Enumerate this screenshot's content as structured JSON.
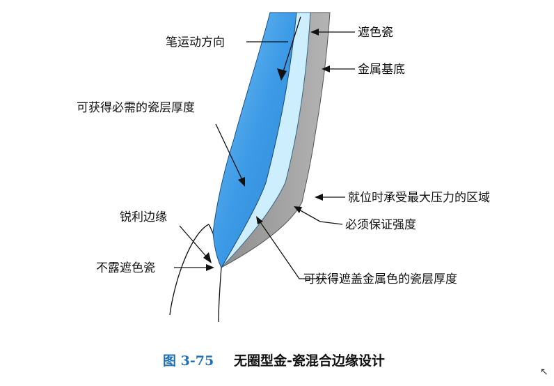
{
  "labels": {
    "pen_direction": "笔运动方向",
    "opaque_porcelain": "遮色瓷",
    "metal_base": "金属基底",
    "required_thickness": "可获得必需的瓷层厚度",
    "sharp_edge": "锐利边缘",
    "no_exposed_opaque": "不露遮色瓷",
    "max_pressure_area": "就位时承受最大压力的区域",
    "ensure_strength": "必须保证强度",
    "cover_metal_thickness": "可获得遮盖金属色的瓷层厚度"
  },
  "caption": {
    "number": "图 3-75",
    "text": "无圈型金-瓷混合边缘设计"
  },
  "colors": {
    "porcelain_blue": "#3c9ae6",
    "opaque_light": "#cdeefc",
    "metal_gray": "#9b9b9b",
    "caption_blue": "#1f6fb8"
  },
  "corner_mark": "↖"
}
